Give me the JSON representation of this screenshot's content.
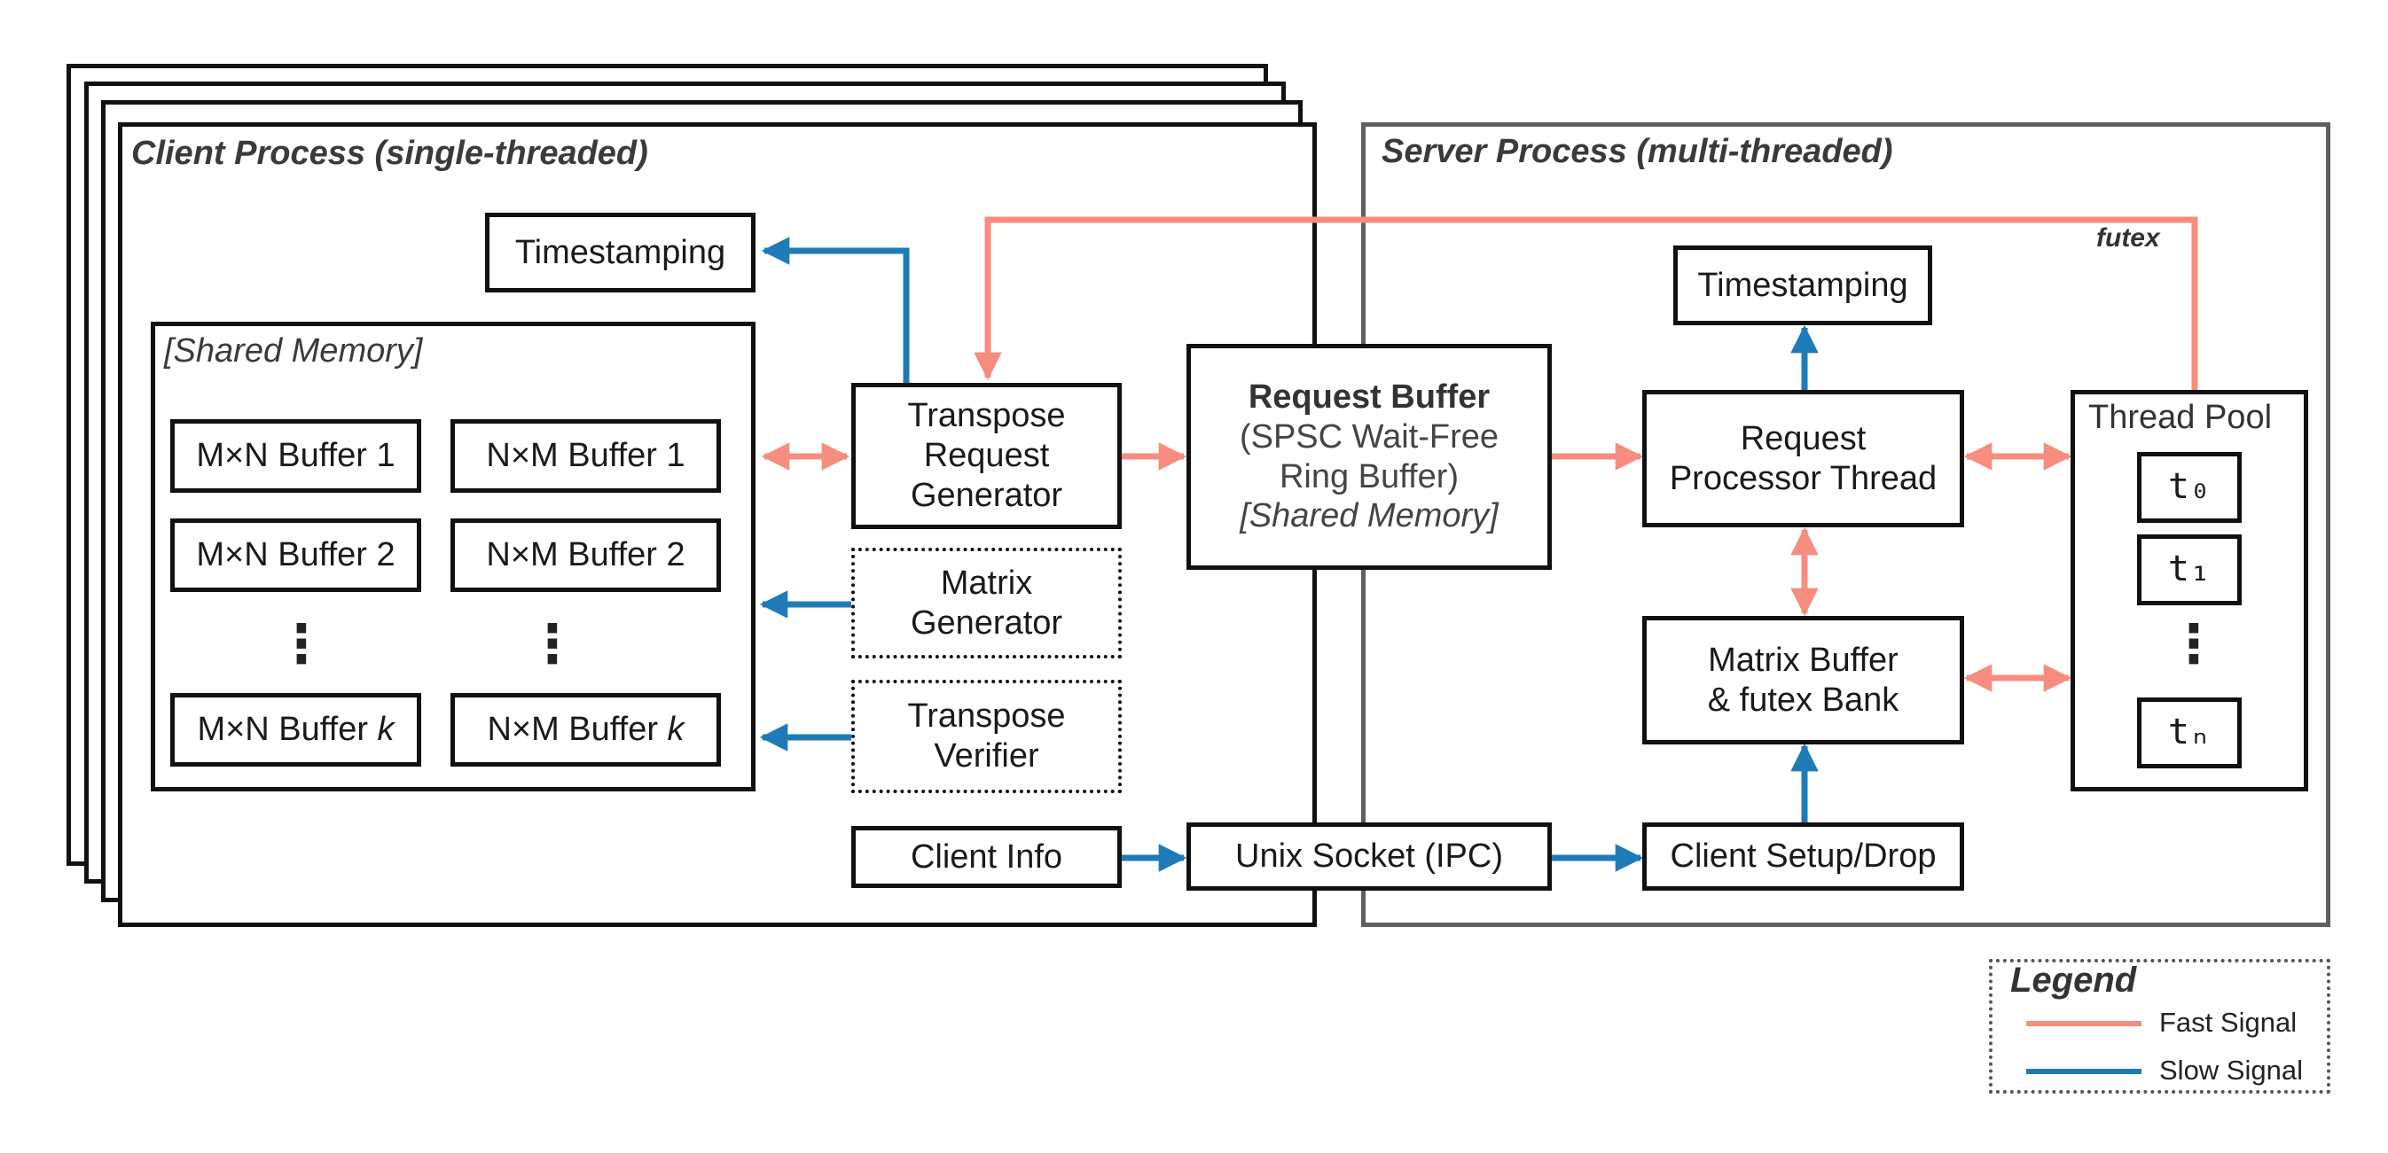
{
  "client": {
    "title": "Client Process (single-threaded)",
    "timestamping": "Timestamping",
    "shared_memory_label": "[Shared Memory]",
    "buffers_left": [
      "M×N Buffer 1",
      "M×N Buffer 2"
    ],
    "buffers_right": [
      "N×M Buffer 1",
      "N×M Buffer 2"
    ],
    "buffer_k_left": "M×N Buffer ",
    "buffer_k_right": "N×M Buffer ",
    "buffer_k_var": "k",
    "vdots": "⋮",
    "transpose_request_generator": [
      "Transpose",
      "Request",
      "Generator"
    ],
    "matrix_generator": [
      "Matrix",
      "Generator"
    ],
    "transpose_verifier": [
      "Transpose",
      "Verifier"
    ],
    "client_info": "Client Info"
  },
  "middle": {
    "request_buffer_title": "Request Buffer",
    "request_buffer_lines": [
      "(SPSC Wait-Free",
      "Ring Buffer)"
    ],
    "request_buffer_shared": "[Shared Memory]",
    "unix_socket": "Unix Socket (IPC)"
  },
  "server": {
    "title": "Server Process (multi-threaded)",
    "timestamping": "Timestamping",
    "request_processor": [
      "Request",
      "Processor Thread"
    ],
    "matrix_buffer_bank": [
      "Matrix Buffer",
      "& futex Bank"
    ],
    "client_setup": "Client Setup/Drop",
    "thread_pool_title": "Thread Pool",
    "threads": [
      "t₀",
      "t₁",
      "tₙ"
    ],
    "futex_label": "futex"
  },
  "legend": {
    "title": "Legend",
    "items": [
      {
        "label": "Fast Signal",
        "color": "#f78d7f"
      },
      {
        "label": "Slow Signal",
        "color": "#1f7bb8"
      }
    ]
  },
  "colors": {
    "fast": "#f78d7f",
    "slow": "#1f7bb8"
  }
}
